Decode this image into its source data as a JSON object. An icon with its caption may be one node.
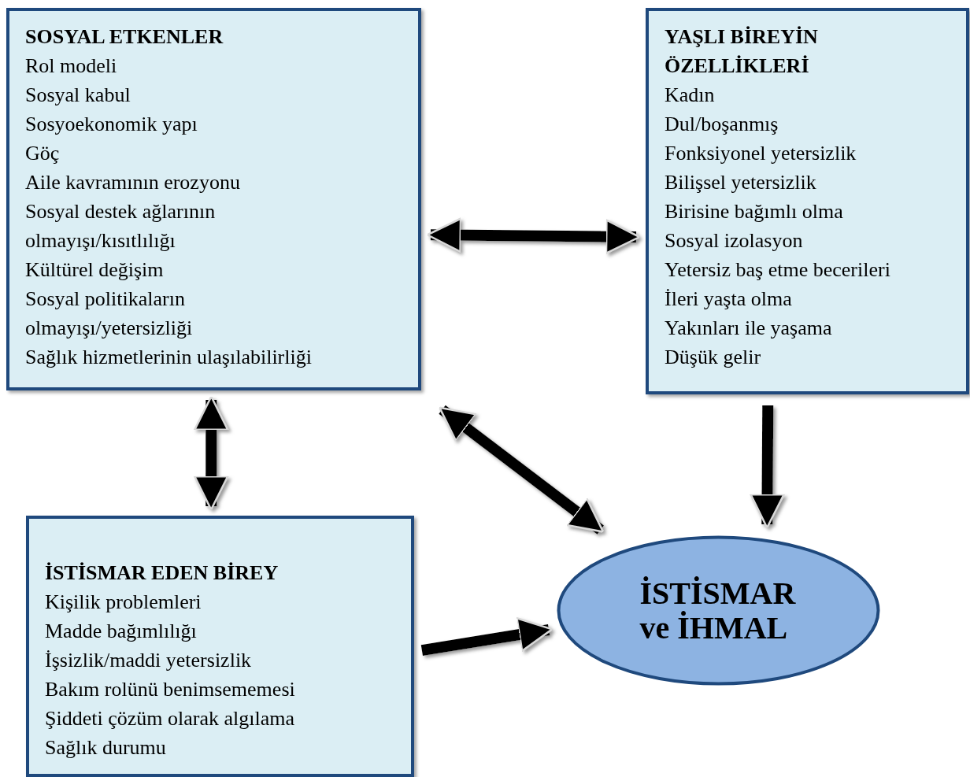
{
  "diagram": {
    "nodes": [
      {
        "text": [
          "SOSYAL ETKENLER",
          "Rol modeli",
          "Sosyal kabul",
          "Sosyoekonomik yapı",
          "Göç",
          "Aile kavramının erozyonu",
          "Sosyal destek ağlarının olmayışı/kısıtlılığı",
          "Kültürel değişim",
          "Sosyal politikaların olmayışı/yetersizliği",
          "Sağlık hizmetlerinin ulaşılabilirliği"
        ]
      },
      {
        "text": [
          "YAŞLI BİREYİN ÖZELLİKLERİ",
          "Kadın",
          "Dul/boşanmış",
          "Fonksiyonel yetersizlik",
          "Bilişsel yetersizlik",
          "Birisine bağımlı olma",
          "Sosyal izolasyon",
          "Yetersiz baş etme becerileri",
          "İleri yaşta olma",
          "Yakınları ile yaşama",
          "Düşük gelir"
        ]
      },
      {
        "text": [
          "İSTİSMAR EDEN BİREY",
          "Kişilik problemleri",
          "Madde bağımlılığı",
          "İşsizlik/maddi yetersizlik",
          "Bakım rolünü benimsememesi",
          "Şiddeti çözüm olarak algılama",
          "Sağlık durumu"
        ]
      },
      {
        "text": [
          "İSTİSMAR ve İHMAL"
        ]
      }
    ],
    "edges": [
      {
        "from": 0,
        "to": 1,
        "arrow": "both"
      },
      {
        "from": 0,
        "to": 2,
        "arrow": "both"
      },
      {
        "from": 0,
        "to": 3,
        "arrow": "both"
      },
      {
        "from": 1,
        "to": 3,
        "arrow": "to"
      },
      {
        "from": 2,
        "to": 3,
        "arrow": "to"
      }
    ]
  }
}
